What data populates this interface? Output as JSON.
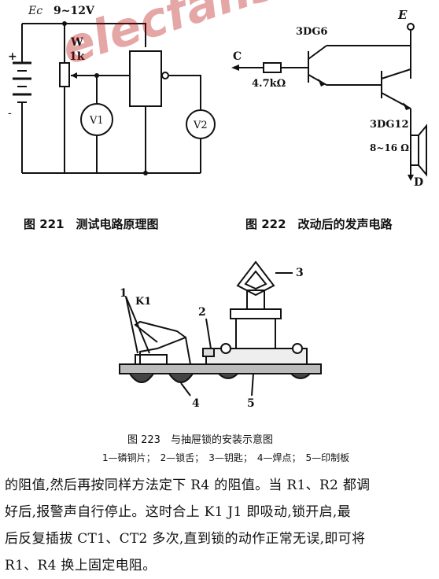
{
  "fig221": {
    "supply_label": "Ec",
    "supply_sub": "c",
    "supply_voltage": "9~12V",
    "pot_label": "W",
    "pot_value": "1k",
    "plus": "+",
    "minus": "-",
    "meter1": "V1",
    "meter2": "V2",
    "caption": "图 221　测试电路原理图"
  },
  "fig222": {
    "e_label": "E",
    "t1": "3DG6",
    "t2": "3DG12",
    "c_label": "C",
    "resistor": "4.7kΩ",
    "speaker": "8~16 Ω",
    "d_label": "D",
    "caption": "图 222　改动后的发声电路"
  },
  "fig223": {
    "k1": "K1",
    "n1": "1",
    "n2": "2",
    "n3": "3",
    "n4": "4",
    "n5": "5",
    "caption": "图 223　与抽屉锁的安装示意图",
    "legend": "1—磷铜片；　2—锁舌；　3—钥匙；　4—焊点；　5—印制板"
  },
  "watermark": "elecfans.com",
  "paragraph": {
    "line1": "的阻值,然后再按同样方法定下 R4 的阻值。当 R1、R2 都调",
    "line2": "好后,报警声自行停止。这时合上 K1 J1 即吸动,锁开启,最",
    "line3": "后反复插拔 CT1、CT2 多次,直到锁的动作正常无误,即可将",
    "line4": "R1、R4 换上固定电阻。"
  }
}
